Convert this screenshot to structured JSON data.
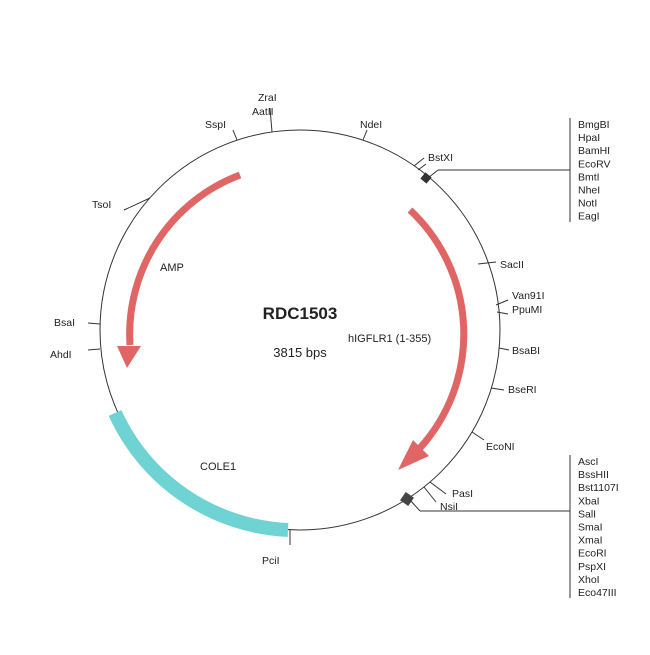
{
  "plasmid": {
    "name": "RDC1503",
    "size": "3815 bps"
  },
  "features": {
    "amp": {
      "label": "AMP",
      "color": "#e06666"
    },
    "higflr1": {
      "label": "hIGFLR1 (1-355)",
      "color": "#e06666"
    },
    "cole1": {
      "label": "COLE1",
      "color": "#6fd3d3"
    }
  },
  "sites": {
    "zrai": "ZraI",
    "aatii": "AatII",
    "sspi": "SspI",
    "ndei": "NdeI",
    "bstxi": "BstXI",
    "tsoi": "TsoI",
    "sacii": "SacII",
    "van91i": "Van91I",
    "ppumi": "PpuMI",
    "bsabi": "BsaBI",
    "bseri": "BseRI",
    "econi": "EcoNI",
    "pasi": "PasI",
    "nsii": "NsiI",
    "pcii": "PciI",
    "bsai": "BsaI",
    "ahdi": "AhdI"
  },
  "cluster_top": [
    "BmgBI",
    "HpaI",
    "BamHI",
    "EcoRV",
    "BmtI",
    "NheI",
    "NotI",
    "EagI"
  ],
  "cluster_bottom": [
    "AscI",
    "BssHII",
    "Bst1107I",
    "XbaI",
    "SalI",
    "SmaI",
    "XmaI",
    "EcoRI",
    "PspXI",
    "XhoI",
    "Eco47III"
  ]
}
